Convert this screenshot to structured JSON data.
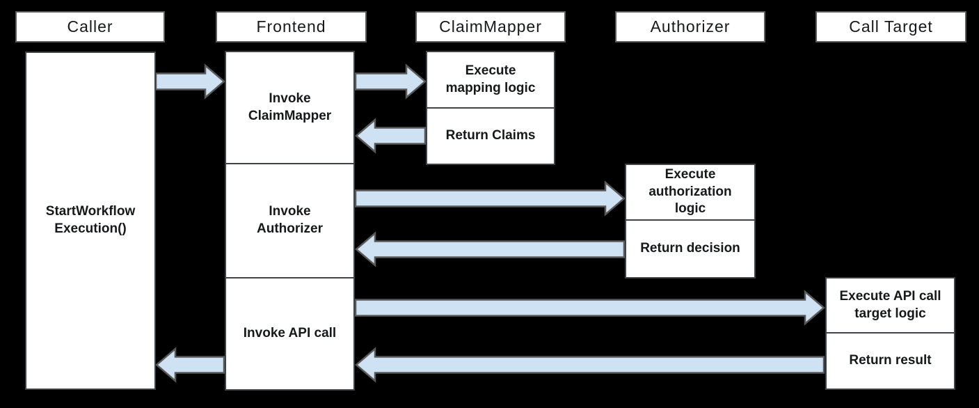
{
  "diagram": {
    "type": "sequence-flow",
    "lanes": [
      {
        "id": "caller",
        "label": "Caller"
      },
      {
        "id": "frontend",
        "label": "Frontend"
      },
      {
        "id": "claim_mapper",
        "label": "ClaimMapper"
      },
      {
        "id": "authorizer",
        "label": "Authorizer"
      },
      {
        "id": "call_target",
        "label": "Call Target"
      }
    ],
    "activities": [
      {
        "lane": "caller",
        "label": "StartWorkflow\nExecution()"
      },
      {
        "lane": "frontend",
        "label": "Invoke\nClaimMapper"
      },
      {
        "lane": "frontend",
        "label": "Invoke\nAuthorizer"
      },
      {
        "lane": "frontend",
        "label": "Invoke API call"
      },
      {
        "lane": "claim_mapper",
        "label": "Execute\nmapping logic"
      },
      {
        "lane": "claim_mapper",
        "label": "Return Claims"
      },
      {
        "lane": "authorizer",
        "label": "Execute\nauthorization\nlogic"
      },
      {
        "lane": "authorizer",
        "label": "Return decision"
      },
      {
        "lane": "call_target",
        "label": "Execute API call\ntarget logic"
      },
      {
        "lane": "call_target",
        "label": "Return result"
      }
    ],
    "arrows": [
      {
        "from": "caller",
        "to": "frontend",
        "direction": "right"
      },
      {
        "from": "frontend",
        "to": "claim_mapper",
        "direction": "right"
      },
      {
        "from": "claim_mapper",
        "to": "frontend",
        "direction": "left"
      },
      {
        "from": "frontend",
        "to": "authorizer",
        "direction": "right"
      },
      {
        "from": "authorizer",
        "to": "frontend",
        "direction": "left"
      },
      {
        "from": "frontend",
        "to": "call_target",
        "direction": "right"
      },
      {
        "from": "call_target",
        "to": "frontend",
        "direction": "left"
      },
      {
        "from": "frontend",
        "to": "caller",
        "direction": "left"
      }
    ],
    "colors": {
      "background": "#000000",
      "box_fill": "#ffffff",
      "box_border": "#3e4347",
      "header_border": "#5a5c5e",
      "arrow_fill": "#cfe2f3",
      "arrow_stroke": "#595959",
      "text": "#17181a"
    }
  }
}
